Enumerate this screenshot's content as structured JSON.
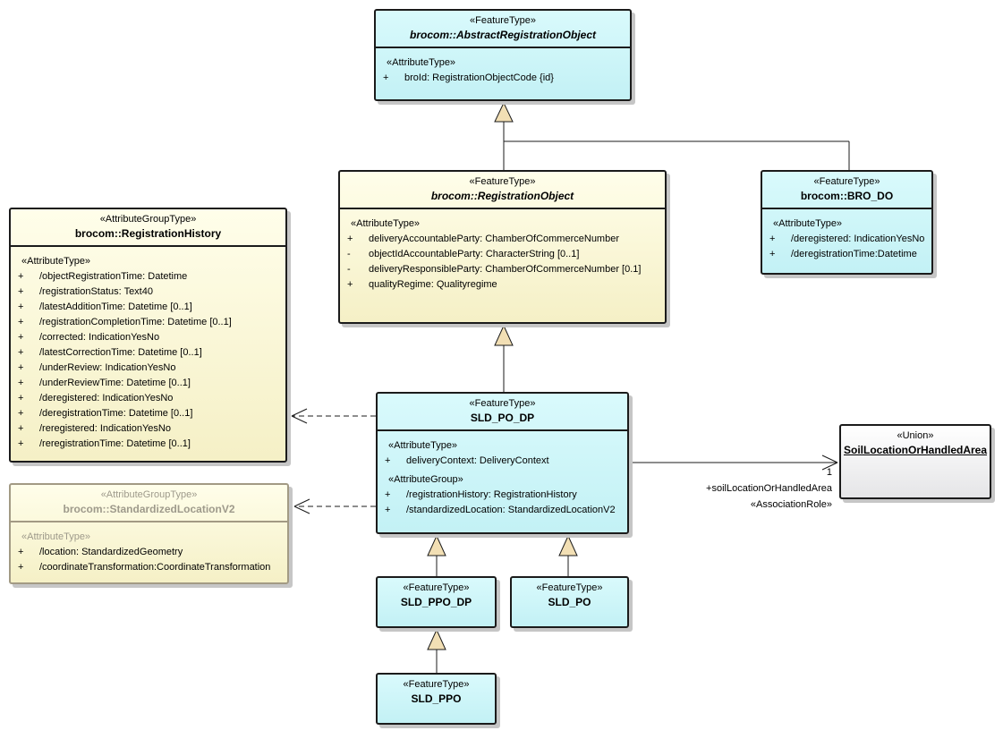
{
  "diagram": {
    "type": "uml-class-diagram"
  },
  "colors": {
    "feature_fill": "#cdf4f6",
    "group_fill": "#faf7d2",
    "union_fill": "#f2f2f3",
    "muted_border": "#a29a84",
    "muted_text": "#9e9a8b",
    "triangle_fill": "#f2dfb4",
    "shadow": "#c6c6c6"
  },
  "boxes": {
    "aro": {
      "stereotype": "«FeatureType»",
      "name": "brocom::AbstractRegistrationObject",
      "attr_header": "«AttributeType»",
      "attrs": [
        {
          "v": "+",
          "t": "broId: RegistrationObjectCode {id}"
        }
      ]
    },
    "ro": {
      "stereotype": "«FeatureType»",
      "name": "brocom::RegistrationObject",
      "attr_header": "«AttributeType»",
      "attrs": [
        {
          "v": "+",
          "t": "deliveryAccountableParty: ChamberOfCommerceNumber"
        },
        {
          "v": "-",
          "t": "objectIdAccountableParty: CharacterString [0..1]"
        },
        {
          "v": "-",
          "t": "deliveryResponsibleParty: ChamberOfCommerceNumber [0.1]"
        },
        {
          "v": "+",
          "t": "qualityRegime: Qualityregime"
        }
      ]
    },
    "brodo": {
      "stereotype": "«FeatureType»",
      "name": "brocom::BRO_DO",
      "attr_header": "«AttributeType»",
      "attrs": [
        {
          "v": "+",
          "t": "/deregistered: IndicationYesNo"
        },
        {
          "v": "+",
          "t": "/deregistrationTime:Datetime"
        }
      ]
    },
    "reghist": {
      "stereotype": "«AttributeGroupType»",
      "name": "brocom::RegistrationHistory",
      "attr_header": "«AttributeType»",
      "attrs": [
        {
          "v": "+",
          "t": "/objectRegistrationTime: Datetime"
        },
        {
          "v": "+",
          "t": "/registrationStatus: Text40"
        },
        {
          "v": "+",
          "t": "/latestAdditionTime: Datetime [0..1]"
        },
        {
          "v": "+",
          "t": "/registrationCompletionTime: Datetime [0..1]"
        },
        {
          "v": "+",
          "t": "/corrected: IndicationYesNo"
        },
        {
          "v": "+",
          "t": "/latestCorrectionTime: Datetime [0..1]"
        },
        {
          "v": "+",
          "t": "/underReview: IndicationYesNo"
        },
        {
          "v": "+",
          "t": "/underReviewTime: Datetime [0..1]"
        },
        {
          "v": "+",
          "t": "/deregistered: IndicationYesNo"
        },
        {
          "v": "+",
          "t": "/deregistrationTime: Datetime [0..1]"
        },
        {
          "v": "+",
          "t": "/reregistered: IndicationYesNo"
        },
        {
          "v": "+",
          "t": "/reregistrationTime: Datetime [0..1]"
        }
      ]
    },
    "stdloc": {
      "stereotype": "«AttributeGroupType»",
      "name": "brocom::StandardizedLocationV2",
      "attr_header": "«AttributeType»",
      "attrs": [
        {
          "v": "+",
          "t": "/location: StandardizedGeometry"
        },
        {
          "v": "+",
          "t": "/coordinateTransformation:CoordinateTransformation"
        }
      ]
    },
    "sldpodp": {
      "stereotype": "«FeatureType»",
      "name": "SLD_PO_DP",
      "attr_header": "«AttributeType»",
      "attrs": [
        {
          "v": "+",
          "t": "deliveryContext: DeliveryContext"
        }
      ],
      "group_header": "«AttributeGroup»",
      "group_attrs": [
        {
          "v": "+",
          "t": "/registrationHistory: RegistrationHistory"
        },
        {
          "v": "+",
          "t": "/standardizedLocation: StandardizedLocationV2"
        }
      ]
    },
    "union": {
      "stereotype": "«Union»",
      "name": "SoilLocationOrHandledArea"
    },
    "sldppodp": {
      "stereotype": "«FeatureType»",
      "name": "SLD_PPO_DP"
    },
    "sldpo": {
      "stereotype": "«FeatureType»",
      "name": "SLD_PO"
    },
    "sldppo": {
      "stereotype": "«FeatureType»",
      "name": "SLD_PPO"
    }
  },
  "association": {
    "multiplicity": "1",
    "role": "+soilLocationOrHandledArea",
    "stereotype": "«AssociationRole»"
  }
}
